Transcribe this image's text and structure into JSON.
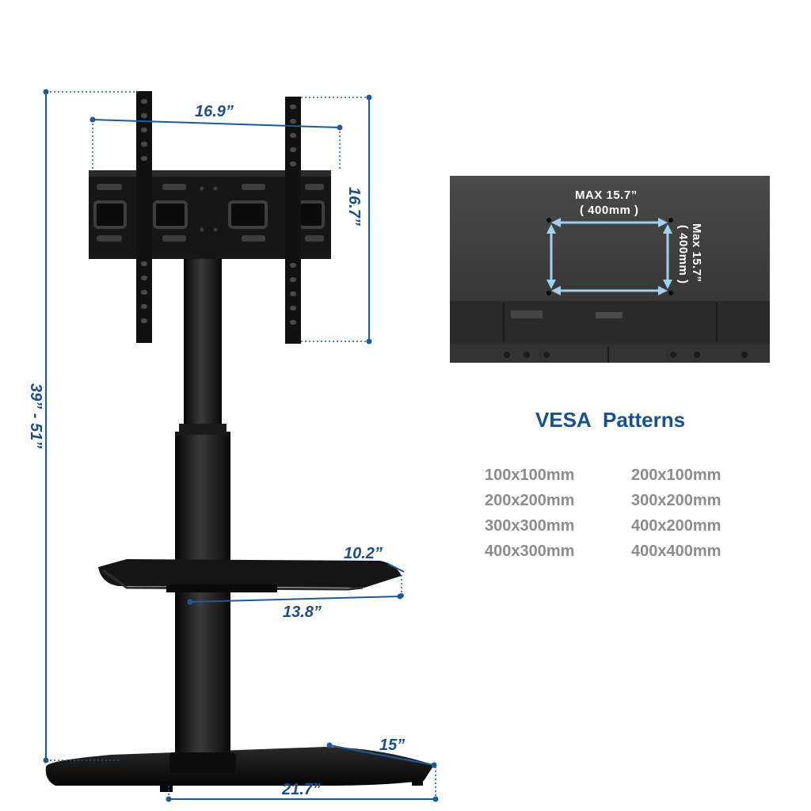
{
  "dimensions": {
    "total_height": "39”  -  51”",
    "bracket_width": "16.9”",
    "bracket_height": "16.7”",
    "shelf_depth": "10.2”",
    "shelf_width": "13.8”",
    "base_depth": "15”",
    "base_width": "21.7”"
  },
  "tv_back": {
    "max_width_label": "MAX  15.7”",
    "max_width_mm": "( 400mm )",
    "max_height_label": "Max  15.7”",
    "max_height_mm": "( 400mm )"
  },
  "vesa": {
    "title": "VESA  Patterns",
    "patterns": [
      "100x100mm",
      "200x100mm",
      "200x200mm",
      "300x200mm",
      "300x300mm",
      "400x200mm",
      "400x300mm",
      "400x400mm"
    ]
  },
  "colors": {
    "dimension_line": "#1d5a9a",
    "arrow": "#9fd0ee",
    "title": "#15508f",
    "pattern_text": "#8c8c8c",
    "stand": "#121212",
    "tv_panel": "#3a3a3a"
  }
}
